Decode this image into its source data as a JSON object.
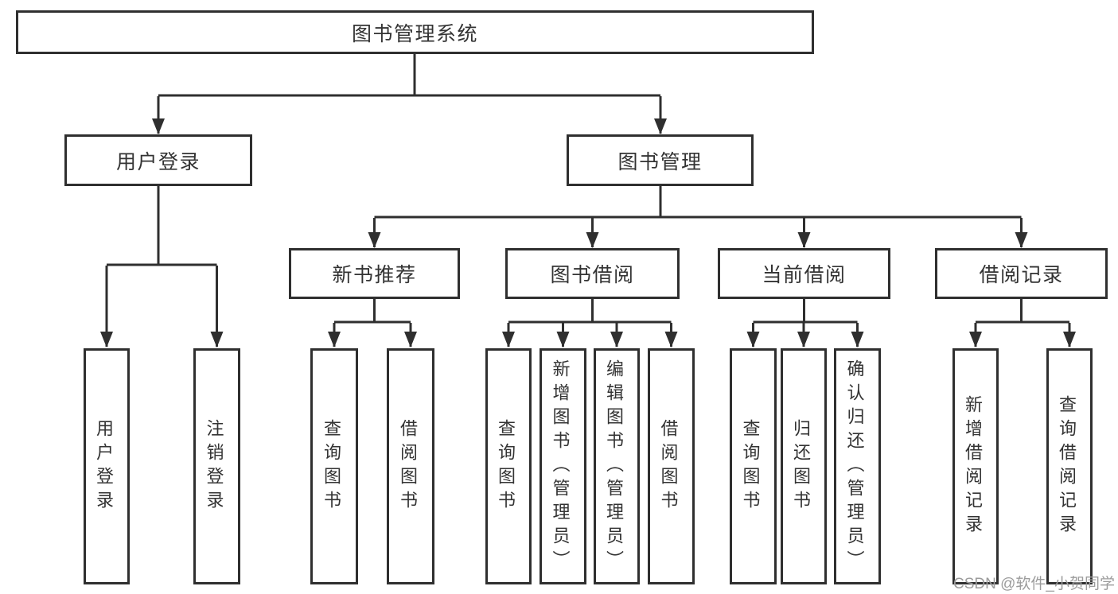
{
  "root": {
    "label": "图书管理系统"
  },
  "level2": [
    {
      "label": "用户登录"
    },
    {
      "label": "图书管理"
    }
  ],
  "level3": [
    {
      "label": "新书推荐"
    },
    {
      "label": "图书借阅"
    },
    {
      "label": "当前借阅"
    },
    {
      "label": "借阅记录"
    }
  ],
  "leaves": [
    {
      "label": "用户登录"
    },
    {
      "label": "注销登录"
    },
    {
      "label": "查询图书"
    },
    {
      "label": "借阅图书"
    },
    {
      "label": "查询图书"
    },
    {
      "label": "新增图书（管理员）"
    },
    {
      "label": "编辑图书（管理员）"
    },
    {
      "label": "借阅图书"
    },
    {
      "label": "查询图书"
    },
    {
      "label": "归还图书"
    },
    {
      "label": "确认归还（管理员）"
    },
    {
      "label": "新增借阅记录"
    },
    {
      "label": "查询借阅记录"
    }
  ],
  "watermark": {
    "text": "CSDN @软件_小贺同学"
  },
  "colors": {
    "line": "#2f2f2f",
    "box_border": "#2f2f2f",
    "text": "#333333",
    "background": "#ffffff",
    "watermark": "#9c9c9c"
  }
}
